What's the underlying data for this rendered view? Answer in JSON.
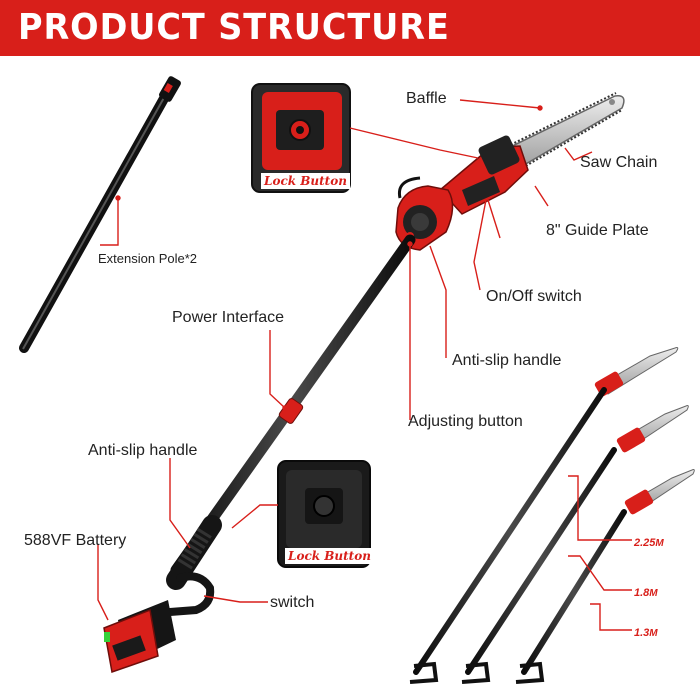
{
  "header": {
    "title": "PRODUCT STRUCTURE",
    "banner_color": "#d81f1a"
  },
  "labels": {
    "extension_pole": "Extension Pole*2",
    "baffle": "Baffle",
    "saw_chain": "Saw Chain",
    "guide_plate": "8\" Guide Plate",
    "on_off_switch": "On/Off switch",
    "anti_slip_handle_top": "Anti-slip handle",
    "adjusting_button": "Adjusting button",
    "power_interface": "Power Interface",
    "anti_slip_handle_bottom": "Anti-slip handle",
    "battery": "588VF Battery",
    "switch": "switch"
  },
  "callouts": {
    "lock_button_top": "Lock Button",
    "lock_button_bottom": "Lock Button"
  },
  "heights": {
    "h1": {
      "value": "2.25",
      "unit": "M"
    },
    "h2": {
      "value": "1.8",
      "unit": "M"
    },
    "h3": {
      "value": "1.3",
      "unit": "M"
    }
  },
  "colors": {
    "accent": "#d81f1a",
    "pole": "#1c1c1c",
    "chain_bar": "#c8c8c8"
  }
}
